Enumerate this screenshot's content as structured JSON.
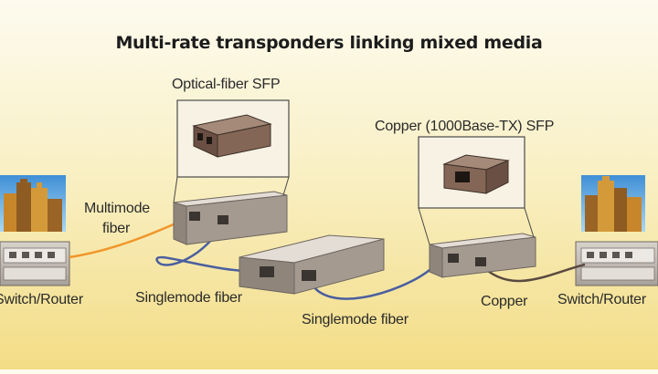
{
  "diagram": {
    "title": "Multi-rate transponders linking mixed media",
    "labels": {
      "optical_sfp": "Optical-fiber SFP",
      "copper_sfp": "Copper (1000Base-TX) SFP",
      "multimode_line1": "Multimode",
      "multimode_line2": "fiber",
      "singlemode_left": "Singlemode fiber",
      "singlemode_center": "Singlemode fiber",
      "copper": "Copper",
      "switch_left": "Switch/Router",
      "switch_right": "Switch/Router"
    },
    "colors": {
      "multimode_cable": "#f0962a",
      "singlemode_cable": "#4a5fa0",
      "copper_cable": "#5a4a40",
      "box_face": "#a49a90",
      "box_top": "#ddd6ce",
      "sky": "#5aa6e0"
    }
  }
}
